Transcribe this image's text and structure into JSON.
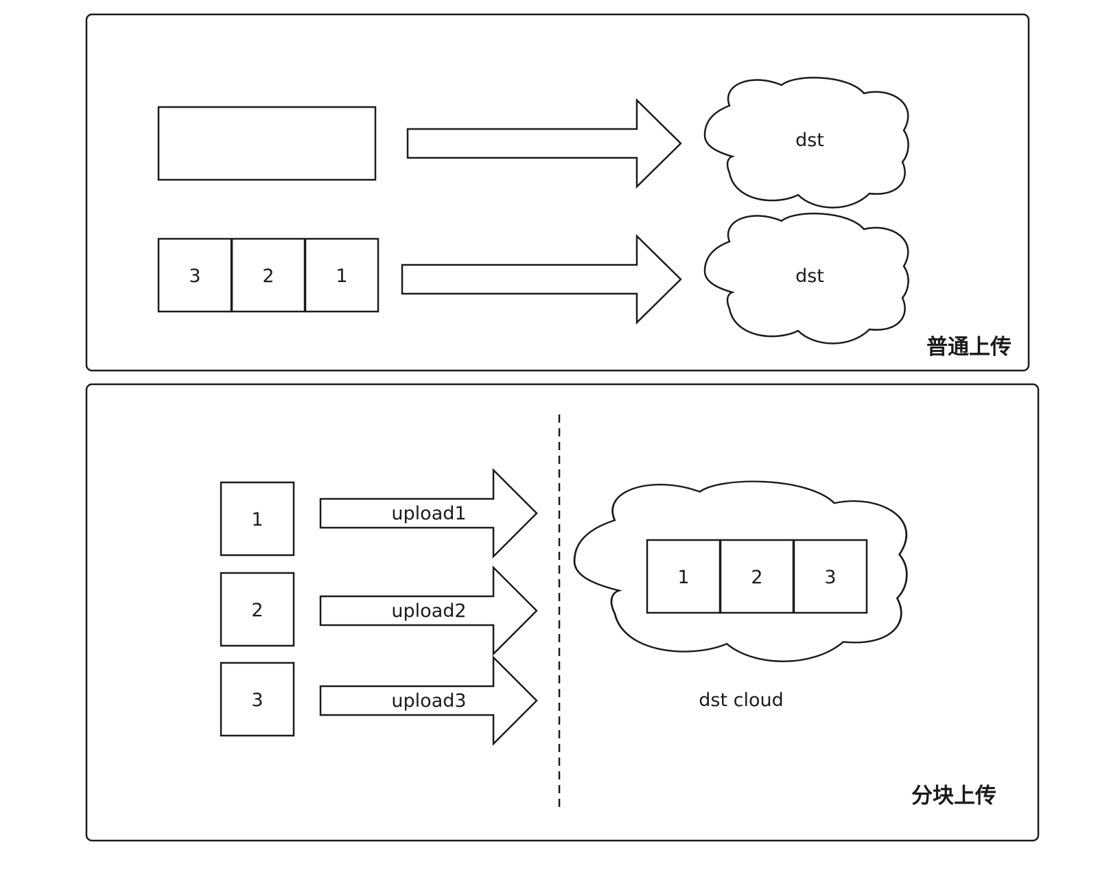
{
  "panels": {
    "normal": {
      "title": "普通上传",
      "row1": {
        "cloud_label": "dst"
      },
      "row2": {
        "blocks": [
          "3",
          "2",
          "1"
        ],
        "cloud_label": "dst"
      }
    },
    "chunked": {
      "title": "分块上传",
      "chunks": [
        {
          "label": "1",
          "arrow_label": "upload1"
        },
        {
          "label": "2",
          "arrow_label": "upload2"
        },
        {
          "label": "3",
          "arrow_label": "upload3"
        }
      ],
      "cloud_blocks": [
        "1",
        "2",
        "3"
      ],
      "cloud_caption": "dst cloud"
    }
  },
  "colors": {
    "stroke": "#1a1a1a",
    "fill": "#ffffff"
  }
}
